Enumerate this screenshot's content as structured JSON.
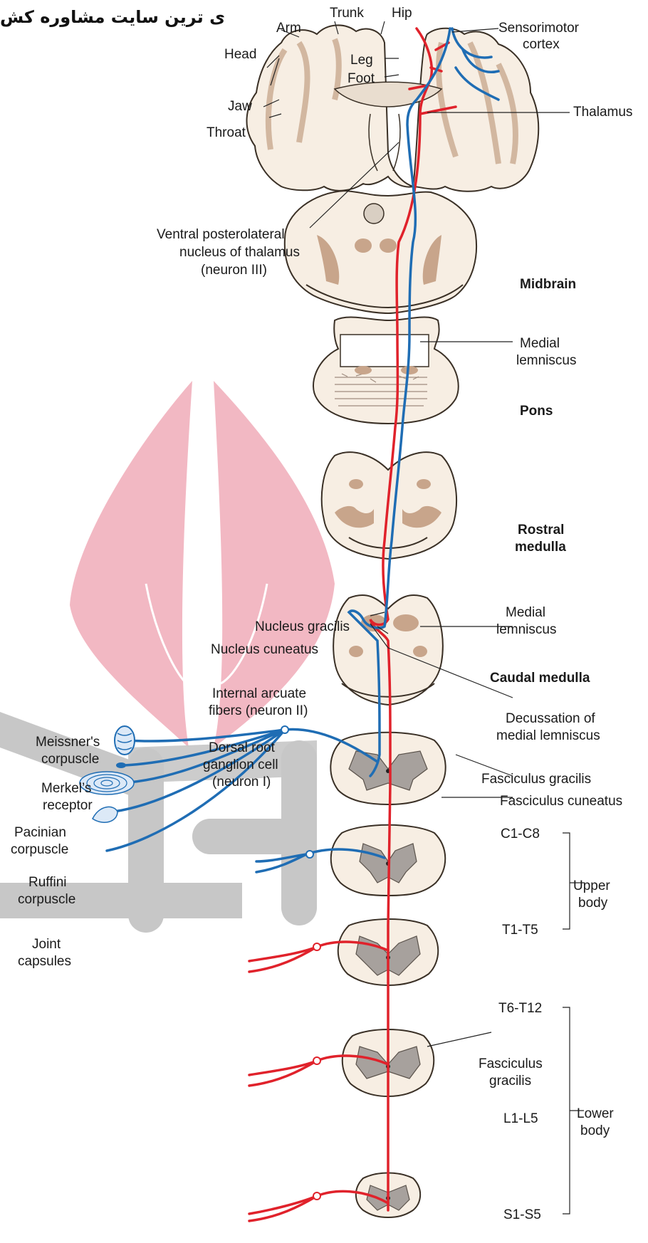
{
  "watermark": {
    "text": "ی ترین سایت مشاوره کش"
  },
  "brain_labels": {
    "trunk": "Trunk",
    "hip": "Hip",
    "arm": "Arm",
    "leg": "Leg",
    "foot": "Foot",
    "head": "Head",
    "jaw": "Jaw",
    "throat": "Throat",
    "sensorimotor": [
      "Sensorimotor",
      "cortex"
    ],
    "thalamus": "Thalamus",
    "vpl": [
      "Ventral posterolateral",
      "nucleus of thalamus",
      "(neuron III)"
    ]
  },
  "levels": {
    "midbrain": "Midbrain",
    "pons": "Pons",
    "rostral_medulla": [
      "Rostral",
      "medulla"
    ],
    "caudal_medulla": "Caudal medulla"
  },
  "tract_labels": {
    "medial_lemniscus_1": [
      "Medial",
      "lemniscus"
    ],
    "medial_lemniscus_2": [
      "Medial",
      "lemniscus"
    ],
    "nucleus_gracilis": "Nucleus gracilis",
    "nucleus_cuneatus": "Nucleus cuneatus",
    "internal_arcuate": [
      "Internal arcuate",
      "fibers (neuron II)"
    ],
    "decussation": [
      "Decussation of",
      "medial lemniscus"
    ],
    "dorsal_root": [
      "Dorsal root",
      "ganglion cell",
      "(neuron I)"
    ],
    "fasciculus_gracilis": "Fasciculus gracilis",
    "fasciculus_cuneatus": "Fasciculus cuneatus",
    "fasciculus_gracilis_lower": [
      "Fasciculus",
      "gracilis"
    ]
  },
  "receptors": {
    "meissner": [
      "Meissner's",
      "corpuscle"
    ],
    "merkel": [
      "Merkel’s",
      "receptor"
    ],
    "pacinian": [
      "Pacinian",
      "corpuscle"
    ],
    "ruffini": [
      "Ruffini",
      "corpuscle"
    ],
    "joint": [
      "Joint",
      "capsules"
    ]
  },
  "segments": {
    "c1c8": "C1-C8",
    "t1t5": "T1-T5",
    "t6t12": "T6-T12",
    "l1l5": "L1-L5",
    "s1s5": "S1-S5",
    "upper_body": [
      "Upper",
      "body"
    ],
    "lower_body": [
      "Lower",
      "body"
    ]
  },
  "colors": {
    "upper_pathway": "#1f6db4",
    "lower_pathway": "#e0222b",
    "tissue": "#f7eee3",
    "gray_matter": "#a7a19d",
    "watermark_pink": "#f2b8c3"
  }
}
